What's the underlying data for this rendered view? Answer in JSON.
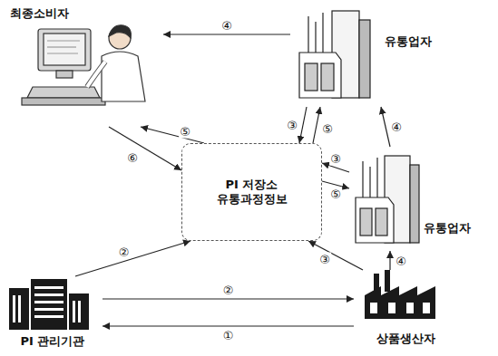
{
  "diagram": {
    "nodes": [
      {
        "text": [
          "최종소비자"
        ]
      },
      {
        "text": [
          "유통업자"
        ]
      },
      {
        "text": [
          "PI 저장소",
          "유통과정정보"
        ]
      },
      {
        "text": [
          "유통업자"
        ]
      },
      {
        "text": [
          "PI 관리기관"
        ]
      },
      {
        "text": [
          "상품생산자"
        ]
      }
    ],
    "edges": [
      {
        "from": 1,
        "to": 0,
        "label": "④",
        "arrow": "to"
      },
      {
        "from": 2,
        "to": 0,
        "label": "⑤",
        "arrow": "to"
      },
      {
        "from": 0,
        "to": 2,
        "label": "⑥",
        "arrow": "to"
      },
      {
        "from": 1,
        "to": 2,
        "label": "③",
        "arrow": "to"
      },
      {
        "from": 2,
        "to": 1,
        "label": "⑤",
        "arrow": "to"
      },
      {
        "from": 3,
        "to": 1,
        "label": "④",
        "arrow": "to"
      },
      {
        "from": 3,
        "to": 2,
        "label": "③",
        "arrow": "to"
      },
      {
        "from": 2,
        "to": 3,
        "label": "⑤",
        "arrow": "to"
      },
      {
        "from": 5,
        "to": 3,
        "label": "④",
        "arrow": "to"
      },
      {
        "from": 5,
        "to": 2,
        "label": "③",
        "arrow": "to"
      },
      {
        "from": 4,
        "to": 2,
        "label": "②",
        "arrow": "to"
      },
      {
        "from": 4,
        "to": 5,
        "label": "②",
        "arrow": "to"
      },
      {
        "from": 5,
        "to": 4,
        "label": "①",
        "arrow": "to"
      }
    ]
  }
}
